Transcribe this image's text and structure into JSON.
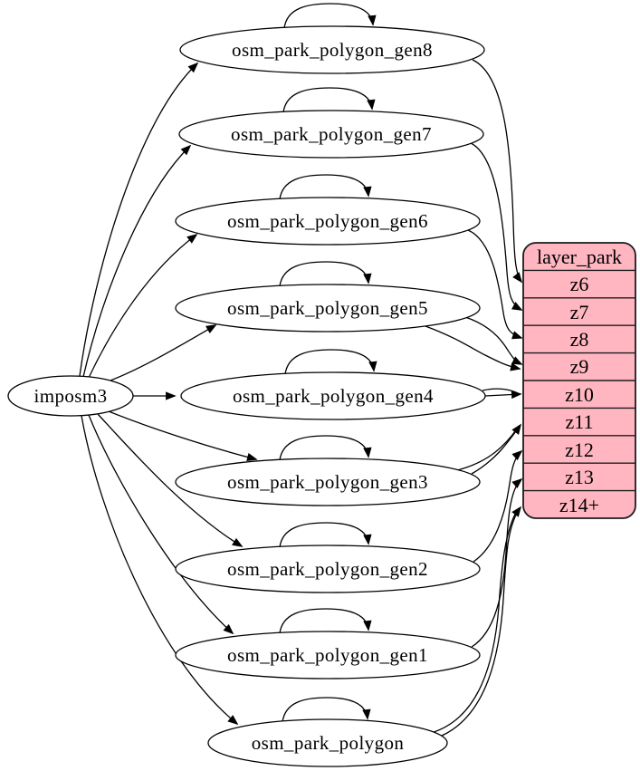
{
  "diagram": {
    "source_node": {
      "label": "imposm3"
    },
    "tables": [
      {
        "id": "gen8",
        "label": "osm_park_polygon_gen8"
      },
      {
        "id": "gen7",
        "label": "osm_park_polygon_gen7"
      },
      {
        "id": "gen6",
        "label": "osm_park_polygon_gen6"
      },
      {
        "id": "gen5",
        "label": "osm_park_polygon_gen5"
      },
      {
        "id": "gen4",
        "label": "osm_park_polygon_gen4"
      },
      {
        "id": "gen3",
        "label": "osm_park_polygon_gen3"
      },
      {
        "id": "gen2",
        "label": "osm_park_polygon_gen2"
      },
      {
        "id": "gen1",
        "label": "osm_park_polygon_gen1"
      },
      {
        "id": "base",
        "label": "osm_park_polygon"
      }
    ],
    "layer": {
      "title": "layer_park",
      "rows": [
        "z6",
        "z7",
        "z8",
        "z9",
        "z10",
        "z11",
        "z12",
        "z13",
        "z14+"
      ]
    },
    "edges": {
      "from_source": [
        "osm_park_polygon_gen8",
        "osm_park_polygon_gen7",
        "osm_park_polygon_gen6",
        "osm_park_polygon_gen5",
        "osm_park_polygon_gen4",
        "osm_park_polygon_gen3",
        "osm_park_polygon_gen2",
        "osm_park_polygon_gen1",
        "osm_park_polygon"
      ],
      "self_loops": [
        "osm_park_polygon_gen8",
        "osm_park_polygon_gen7",
        "osm_park_polygon_gen6",
        "osm_park_polygon_gen5",
        "osm_park_polygon_gen4",
        "osm_park_polygon_gen3",
        "osm_park_polygon_gen2",
        "osm_park_polygon_gen1",
        "osm_park_polygon"
      ],
      "mappings": [
        {
          "from": "osm_park_polygon_gen8",
          "to": "z6"
        },
        {
          "from": "osm_park_polygon_gen7",
          "to": "z7"
        },
        {
          "from": "osm_park_polygon_gen6",
          "to": "z8"
        },
        {
          "from": "osm_park_polygon_gen5",
          "to": "z9"
        },
        {
          "from": "osm_park_polygon_gen4",
          "to": "z10"
        },
        {
          "from": "osm_park_polygon_gen3",
          "to": "z11"
        },
        {
          "from": "osm_park_polygon_gen2",
          "to": "z12"
        },
        {
          "from": "osm_park_polygon_gen1",
          "to": "z13"
        },
        {
          "from": "osm_park_polygon",
          "to": "z14+"
        }
      ]
    },
    "colors": {
      "layer_fill": "#ffb6c1",
      "node_fill": "#ffffff",
      "stroke": "#000000"
    }
  }
}
